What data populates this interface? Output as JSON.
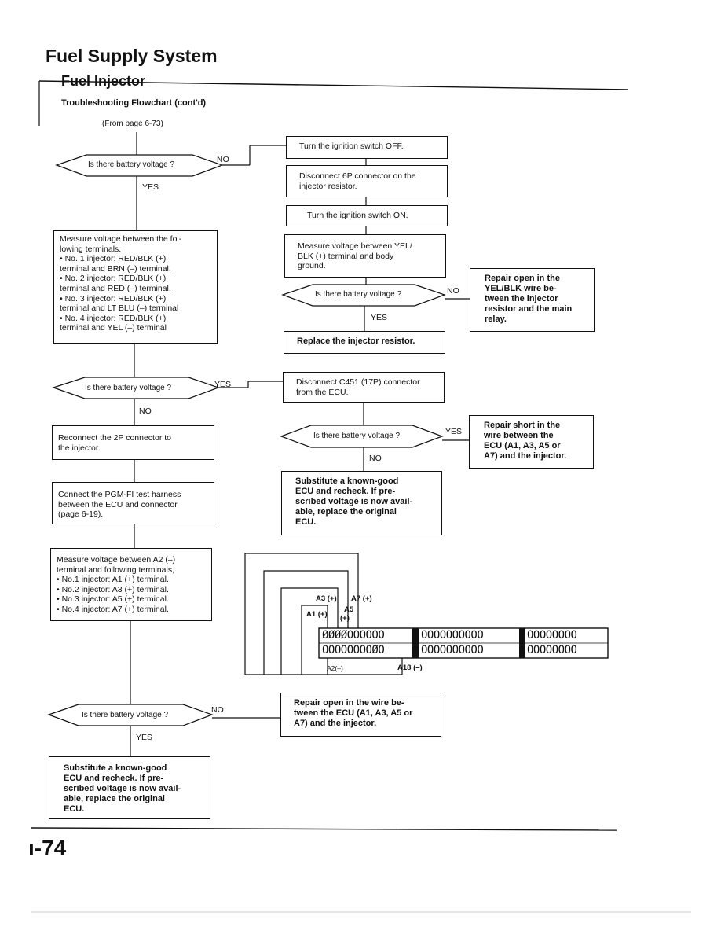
{
  "header": {
    "title": "Fuel Supply System",
    "subtitle": "Fuel Injector",
    "caption": "Troubleshooting Flowchart (cont'd)",
    "from_page": "(From page 6-73)"
  },
  "decisions": {
    "d1": "Is there battery voltage ?",
    "d2": "Is there battery voltage ?",
    "d3": "Is there battery voltage ?",
    "r1": "Is there battery voltage ?",
    "r2": "Is there battery voltage ?"
  },
  "answers": {
    "yes": "YES",
    "no": "NO"
  },
  "left_boxes": {
    "measure1": [
      "Measure voltage between the fol-",
      "lowing terminals.",
      "•   No. 1 injector: RED/BLK (+)",
      "terminal and BRN (–) terminal.",
      "•   No. 2 injector: RED/BLK (+)",
      "terminal and RED (–) terminal.",
      "•   No. 3 injector: RED/BLK (+)",
      "terminal and LT BLU (–) terminal",
      "•   No. 4 injector: RED/BLK (+)",
      "terminal and YEL (–) terminal"
    ],
    "reconnect": [
      "Reconnect  the  2P  connector  to",
      "the injector."
    ],
    "harness": [
      "Connect  the  PGM-FI  test harness",
      "between  the  ECU  and  connector",
      "(page 6-19)."
    ],
    "measure2": [
      "Measure voltage between A2 (–)",
      "terminal and following terminals,",
      "•  No.1  injector:  A1  (+) terminal.",
      "•  No.2  injector:  A3  (+) terminal.",
      "•  No.3  injector:  A5  (+) terminal.",
      "•  No.4  injector:  A7  (+) terminal."
    ],
    "substitute_bottom": [
      "Substitute   a   known-good",
      "ECU  and  recheck.  If  pre-",
      "scribed voltage is now avail-",
      "able,  replace  the  original",
      "ECU."
    ]
  },
  "right_boxes": {
    "ign_off": "Turn the ignition switch OFF.",
    "disconnect6p": [
      "Disconnect  6P  connector  on  the",
      "injector resistor."
    ],
    "ign_on": "Turn the ignition switch ON.",
    "measure_yel": [
      "Measure  voltage  between  YEL/",
      "BLK  (+)  terminal  and  body",
      "ground."
    ],
    "repair_open_relay": [
      "Repair  open  in  the",
      "YEL/BLK  wire  be-",
      "tween  the  injector",
      "resistor and the main",
      "relay."
    ],
    "replace_resistor": "Replace the injector resistor.",
    "disconnect_c451": [
      "Disconnect C451 (17P) connector",
      "from the ECU."
    ],
    "repair_short": [
      "Repair  short  in  the",
      "wire   between   the",
      "ECU  (A1,  A3,  A5  or",
      "A7) and the injector."
    ],
    "substitute_mid": [
      "Substitute   a   known-good",
      "ECU  and  recheck.  If  pre-",
      "scribed voltage is now avail-",
      "able,  replace  the  original",
      "ECU."
    ],
    "repair_open_ecu": [
      "Repair open in the wire be-",
      "tween the ECU (A1, A3, A5 or",
      "A7) and the injector."
    ]
  },
  "connector": {
    "label_a3": "A3 (+)",
    "label_a7": "A7 (+)",
    "label_a1": "A1 (+)",
    "label_a5": "A5",
    "label_a5b": "(+)",
    "label_a2": "A2(–)",
    "label_a18": "A18 (–)",
    "row1_a": "ØØØØOOOOOO",
    "row1_b": "OOOOOOOOOO",
    "row1_c": "OOOOOOOO",
    "row2_a": "OOOOOOOOØO",
    "row2_b": "OOOOOOOOOO",
    "row2_c": "OOOOOOOO"
  },
  "footer": {
    "page_number": "ı-74"
  }
}
